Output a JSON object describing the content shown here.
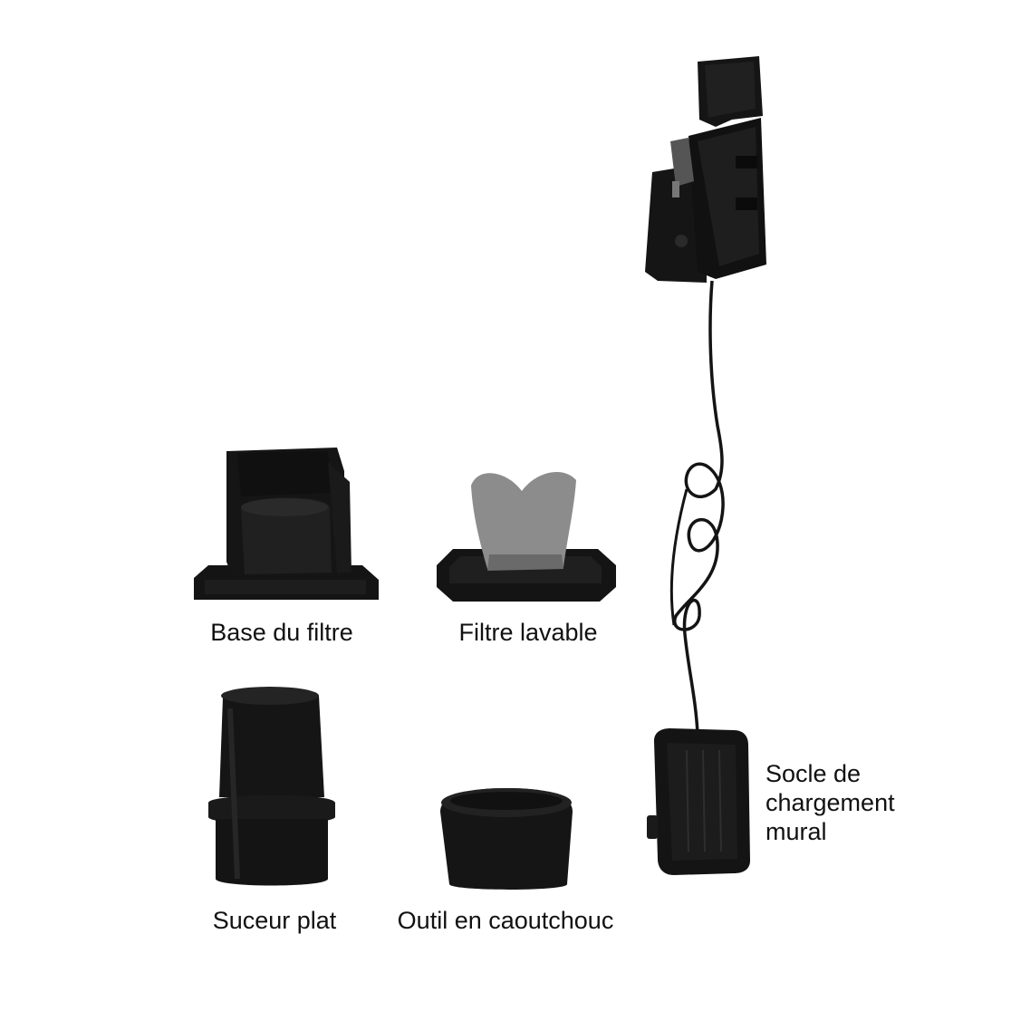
{
  "items": {
    "filter_base": {
      "label": "Base du filtre"
    },
    "washable_filter": {
      "label": "Filtre lavable"
    },
    "flat_nozzle": {
      "label": "Suceur plat"
    },
    "rubber_tool": {
      "label": "Outil en caoutchouc"
    },
    "wall_charger": {
      "label_lines": [
        "Socle de",
        "chargement",
        "mural"
      ]
    }
  },
  "colors": {
    "background": "#ffffff",
    "plastic": "#151515",
    "plastic_highlight": "#2c2c2c",
    "filter_fabric": "#8c8c8c",
    "text": "#111111"
  }
}
